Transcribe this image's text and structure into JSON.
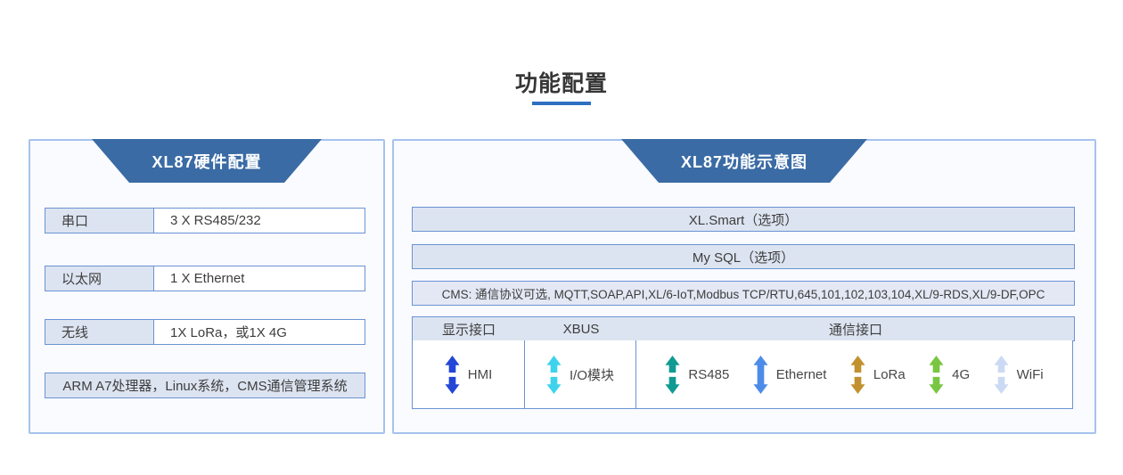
{
  "title": {
    "text": "功能配置"
  },
  "colors": {
    "header_trapezoid": "#3a6ba5",
    "panel_border": "#a6c2ee",
    "box_border": "#6a93d4",
    "box_fill": "#dde4f1",
    "title_underline": "#2e6fc0"
  },
  "left_panel": {
    "header": "XL87硬件配置",
    "rows": [
      {
        "label": "串口",
        "value": "3 X RS485/232"
      },
      {
        "label": "以太网",
        "value": "1 X Ethernet"
      },
      {
        "label": "无线",
        "value": "1X LoRa，或1X 4G"
      }
    ],
    "footer": "ARM A7处理器，Linux系统，CMS通信管理系统"
  },
  "right_panel": {
    "header": "XL87功能示意图",
    "bars": {
      "xlsmart": "XL.Smart（选项）",
      "mysql": "My SQL（选项）",
      "cms": "CMS: 通信协议可选, MQTT,SOAP,API,XL/6-IoT,Modbus TCP/RTU,645,101,102,103,104,XL/9-RDS,XL/9-DF,OPC"
    },
    "table": {
      "col_headers": [
        "显示接口",
        "XBUS",
        "通信接口"
      ],
      "items": {
        "hmi": {
          "label": "HMI",
          "color": "#2346d6"
        },
        "io": {
          "label": "I/O模块",
          "color": "#3fd2ec"
        },
        "rs485": {
          "label": "RS485",
          "color": "#0f9a92"
        },
        "ethernet": {
          "label": "Ethernet",
          "color": "#4c8ce8"
        },
        "lora": {
          "label": "LoRa",
          "color": "#c2912f"
        },
        "g4": {
          "label": "4G",
          "color": "#79c642"
        },
        "wifi": {
          "label": "WiFi",
          "color": "#cbdaf4"
        }
      }
    }
  }
}
